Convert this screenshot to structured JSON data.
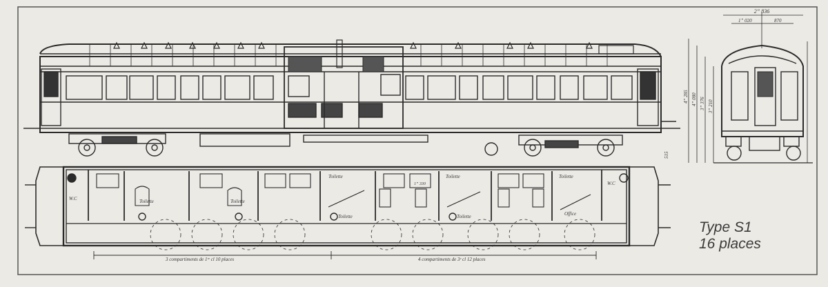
{
  "caption": {
    "type_label": "Type S1",
    "places_label": "16 places"
  },
  "annotations": {
    "width_dim": "2” 836",
    "half_left": "1” 020",
    "half_right": "870",
    "height_1": "4” 285",
    "height_2": "4” 080",
    "height_3": "3” 376",
    "height_4": "3” 210",
    "small_dim": "515",
    "toilette": "Toilette",
    "wc": "W.C",
    "office": "Office",
    "comp_first": "3 compartiments de 1ʳᵉ cl   10 places",
    "comp_third": "4 compartiments de 3ᵉ cl   12 places",
    "seat_dim": "1” 330"
  },
  "colors": {
    "paper": "#eceae5",
    "ink": "#2a2a2a",
    "caption": "#3a3a3a"
  }
}
